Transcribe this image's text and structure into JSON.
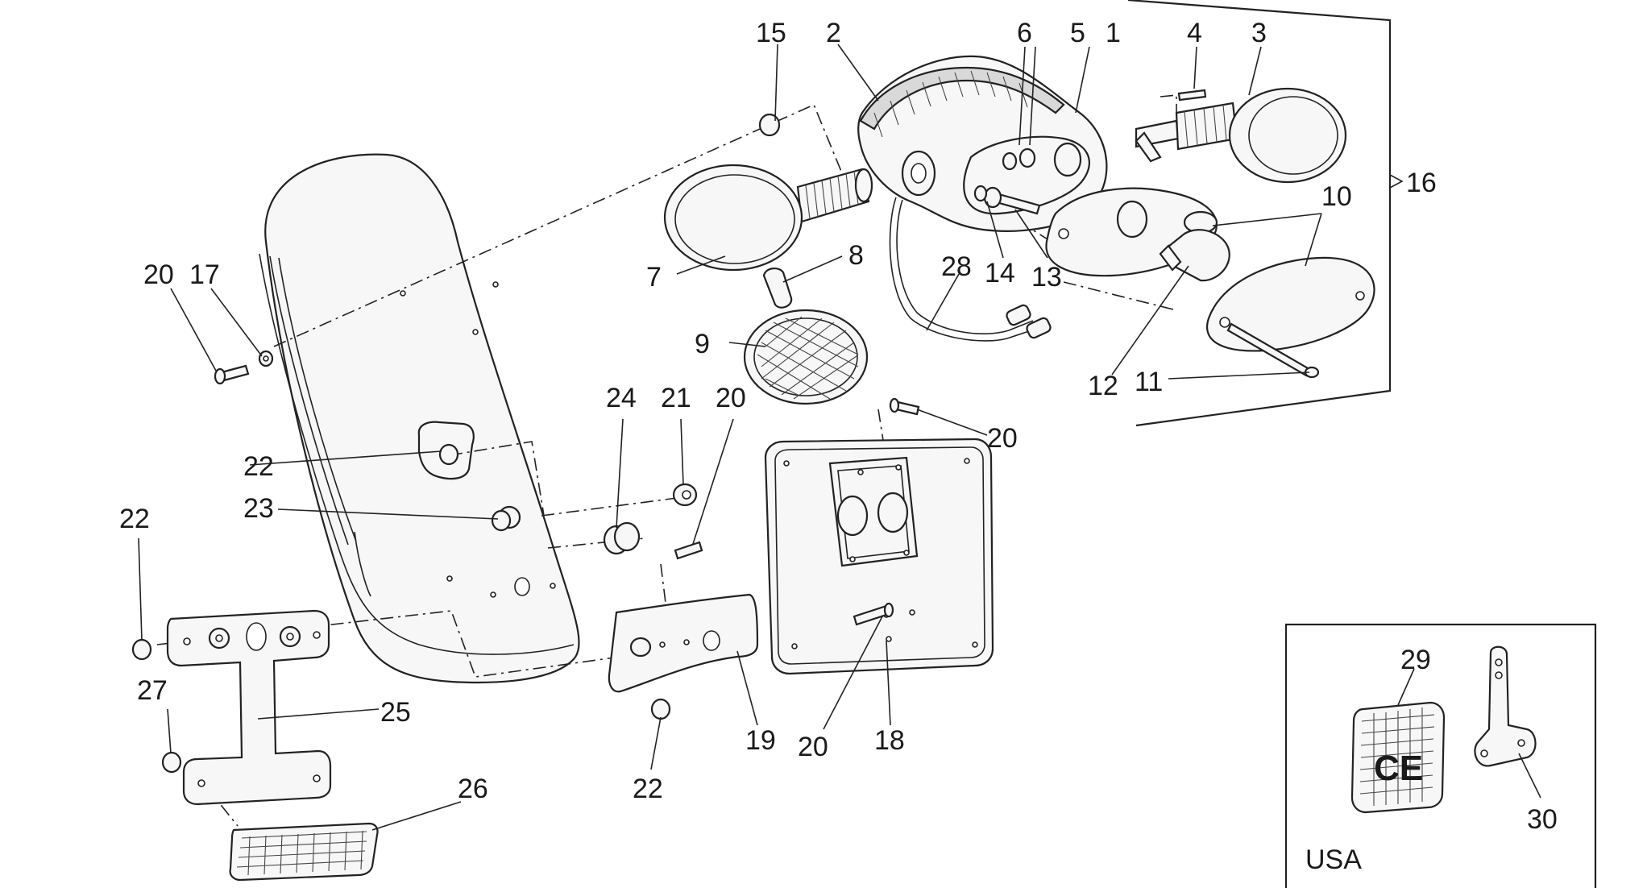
{
  "callouts": {
    "n1": "1",
    "n2": "2",
    "n3": "3",
    "n4": "4",
    "n5": "5",
    "n6": "6",
    "n7": "7",
    "n8": "8",
    "n9": "9",
    "n10": "10",
    "n11": "11",
    "n12": "12",
    "n13": "13",
    "n14": "14",
    "n15": "15",
    "n16": "16",
    "n17": "17",
    "n18": "18",
    "n19": "19",
    "n20": "20",
    "n21": "21",
    "n22": "22",
    "n23": "23",
    "n24": "24",
    "n25": "25",
    "n26": "26",
    "n27": "27",
    "n28": "28",
    "n29": "29",
    "n30": "30"
  },
  "inset": {
    "region_label": "USA",
    "reflector_mark": "CE"
  }
}
